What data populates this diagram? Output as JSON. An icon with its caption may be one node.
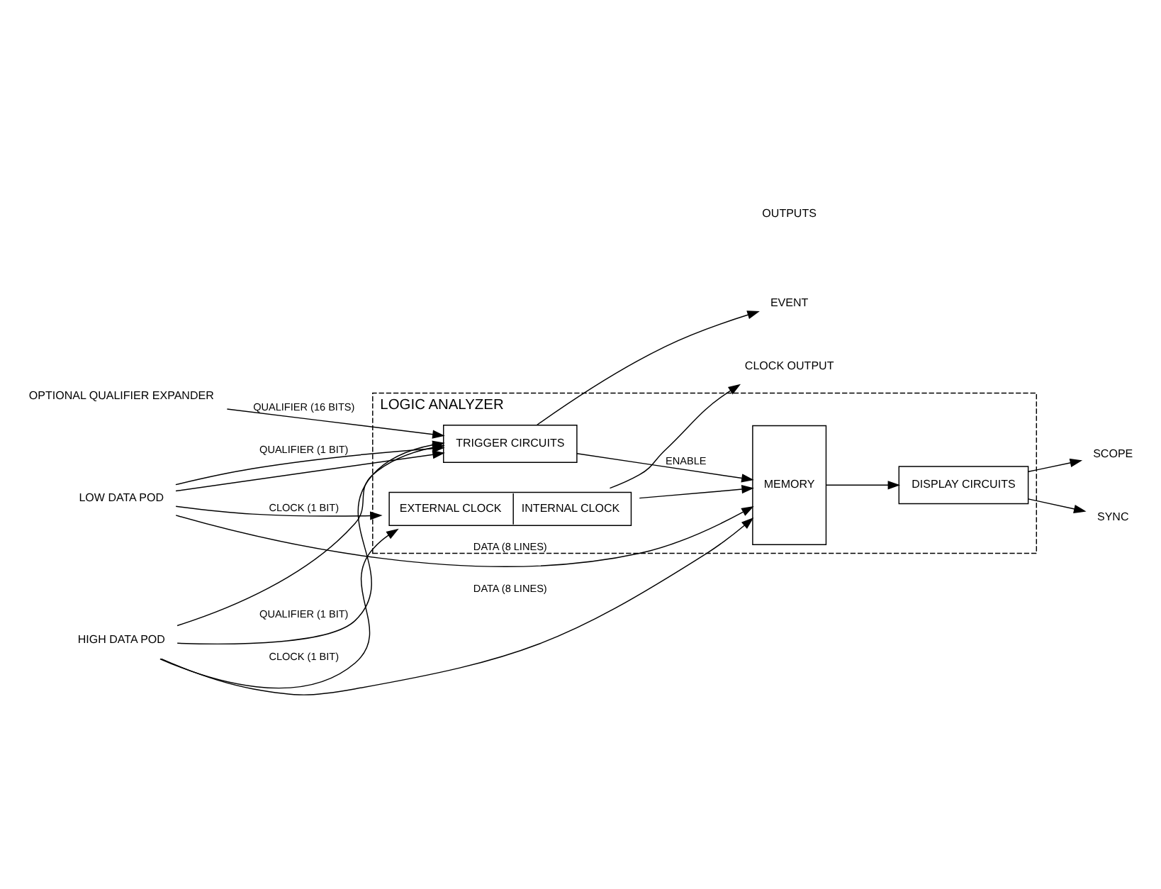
{
  "diagram": {
    "nodes": [
      {
        "text": [
          "OPTIONAL QUALIFIER EXPANDER"
        ]
      },
      {
        "text": [
          "LOGIC ANALYZER"
        ]
      },
      {
        "text": [
          "TRIGGER CIRCUITS"
        ],
        "in": 1
      },
      {
        "text": [
          "EVENT"
        ]
      },
      {
        "text": [
          "LOW DATA POD"
        ]
      },
      {
        "text": [
          "MEMORY"
        ],
        "in": 1
      },
      {
        "text": [
          "DISPLAY CIRCUITS"
        ],
        "in": 1
      },
      {
        "text": [
          "SCOPE"
        ]
      },
      {
        "text": [
          "SYNC"
        ]
      },
      {
        "text": [
          "HIGH DATA POD"
        ]
      },
      {
        "text": [
          "EXTERNAL CLOCK",
          "INTERNAL CLOCK"
        ],
        "in": 1
      },
      {
        "text": [
          "CLOCK OUTPUT"
        ]
      }
    ],
    "edges": [
      {
        "from": 0,
        "to": 2,
        "arrow": "to",
        "label": "QUALIFIER (16 BITS)"
      },
      {
        "from": 4,
        "to": 2,
        "arrow": "to",
        "label": "QUALIFIER (1 BIT)"
      },
      {
        "from": 4,
        "to": 5,
        "arrow": "to",
        "label": "DATA (8 LINES)"
      },
      {
        "from": 4,
        "to": 2,
        "arrow": "to"
      },
      {
        "from": 4,
        "to": 10,
        "arrow": "to",
        "label": "CLOCK (1 BIT)"
      },
      {
        "from": 9,
        "to": 2,
        "arrow": "to",
        "label": "QUALIFIER (1 BIT)"
      },
      {
        "from": 9,
        "to": 5,
        "arrow": "to",
        "label": "DATA (8 LINES)"
      },
      {
        "from": 9,
        "to": 2,
        "arrow": "to"
      },
      {
        "from": 9,
        "to": 10,
        "arrow": "to",
        "label": "CLOCK (1 BIT)"
      },
      {
        "from": 2,
        "to": 3,
        "arrow": "to"
      },
      {
        "from": 2,
        "to": 5,
        "arrow": "to",
        "label": "ENABLE"
      },
      {
        "from": 5,
        "to": 6,
        "arrow": "to"
      },
      {
        "from": 6,
        "to": 7,
        "arrow": "to"
      },
      {
        "from": 6,
        "to": 8,
        "arrow": "to"
      },
      {
        "from": 10,
        "to": 5,
        "arrow": "to"
      },
      {
        "from": 10,
        "to": 11,
        "arrow": "to"
      }
    ],
    "labels": [
      "OUTPUTS"
    ]
  }
}
